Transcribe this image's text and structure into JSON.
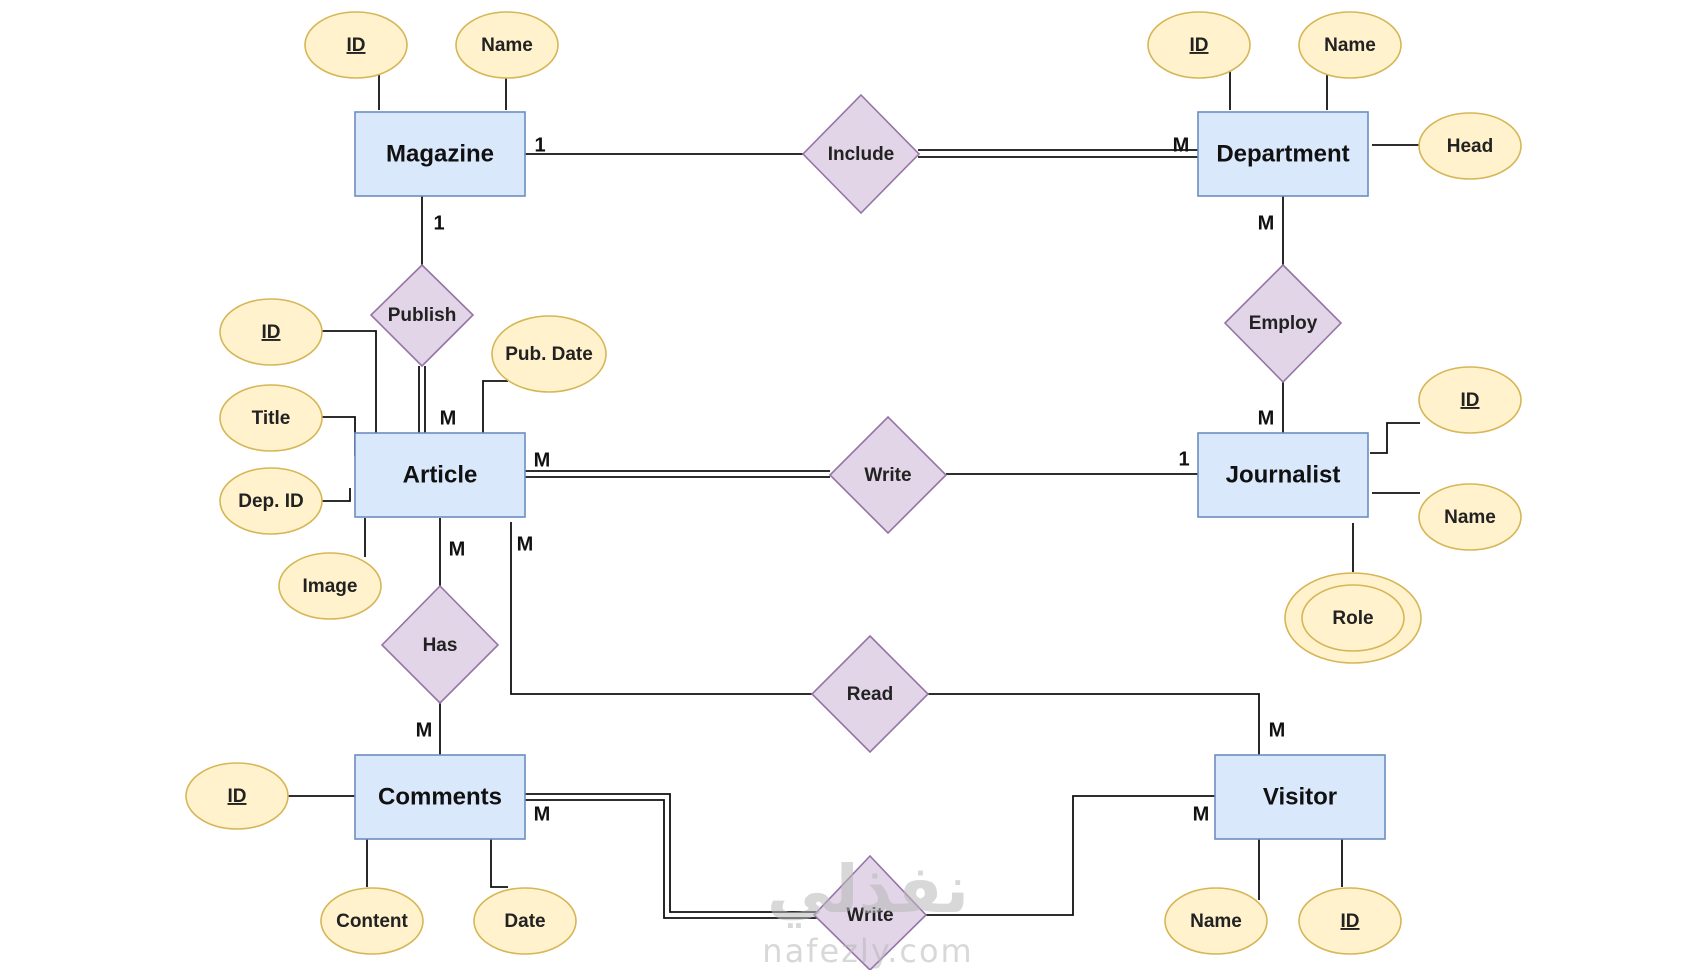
{
  "entities": {
    "magazine": "Magazine",
    "department": "Department",
    "article": "Article",
    "journalist": "Journalist",
    "comments": "Comments",
    "visitor": "Visitor"
  },
  "relationships": {
    "include": "Include",
    "publish": "Publish",
    "employ": "Employ",
    "write_article": "Write",
    "has": "Has",
    "read": "Read",
    "write_comment": "Write"
  },
  "attributes": {
    "magazine_id": "ID",
    "magazine_name": "Name",
    "department_id": "ID",
    "department_name": "Name",
    "department_head": "Head",
    "article_id": "ID",
    "article_title": "Title",
    "article_dep_id": "Dep. ID",
    "article_image": "Image",
    "article_pub_date": "Pub. Date",
    "journalist_id": "ID",
    "journalist_name": "Name",
    "journalist_role": "Role",
    "comments_id": "ID",
    "comments_content": "Content",
    "comments_date": "Date",
    "visitor_name": "Name",
    "visitor_id": "ID"
  },
  "cardinalities": {
    "magazine_include": "1",
    "department_include": "M",
    "magazine_publish": "1",
    "article_publish": "M",
    "department_employ": "M",
    "journalist_employ": "M",
    "article_write": "M",
    "journalist_write": "1",
    "article_has": "M",
    "article_read": "M",
    "comments_has": "M",
    "visitor_read": "M",
    "comments_write": "M",
    "visitor_write": "M"
  },
  "colors": {
    "entity_fill": "#dae8fc",
    "entity_stroke": "#6c8ebf",
    "attribute_fill": "#fff2cc",
    "attribute_stroke": "#d6b656",
    "relationship_fill": "#e1d5e7",
    "relationship_stroke": "#9673a6"
  },
  "watermark": {
    "arabic": "نفذلي",
    "latin": "nafezly.com"
  }
}
